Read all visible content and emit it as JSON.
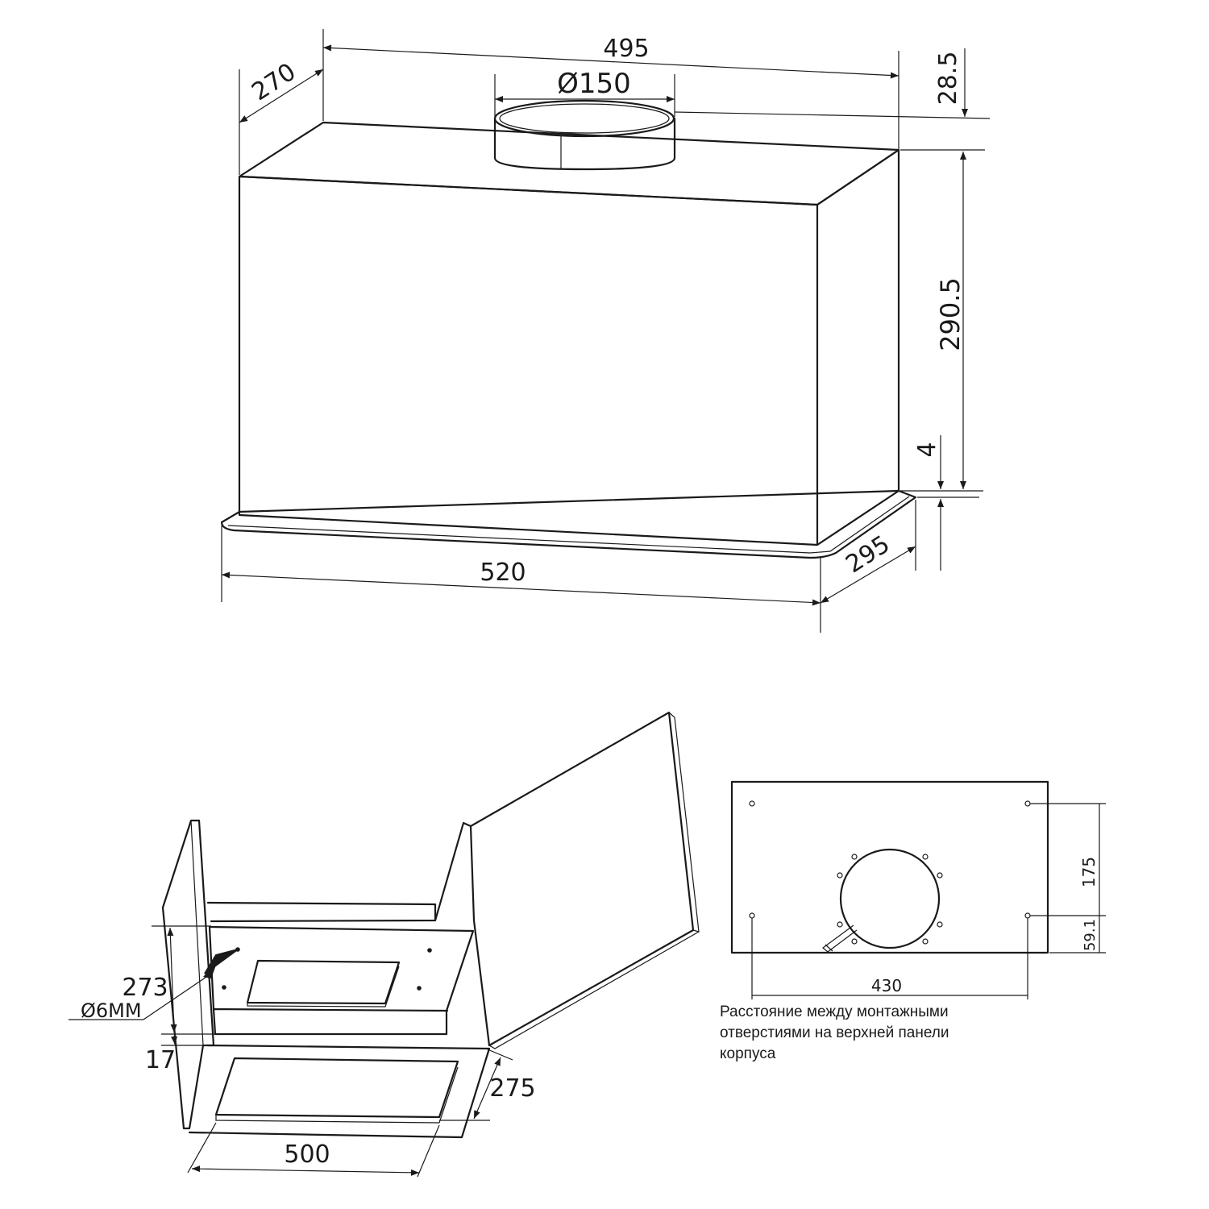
{
  "dimensions": {
    "width_top": "495",
    "depth_top": "270",
    "duct_diameter": "Ø150",
    "duct_height": "28.5",
    "body_height": "290.5",
    "panel_thickness": "4",
    "width_bottom": "520",
    "depth_bottom": "295",
    "cutout_height": "273",
    "hole_diameter": "Ø6MM",
    "bottom_gap": "17",
    "cutout_depth": "275",
    "cutout_width": "500",
    "hole_spacing_depth": "175",
    "hole_offset": "59.1",
    "hole_spacing_width": "430"
  },
  "note": {
    "line1": "Расстояние между монтажными",
    "line2": "отверстиями на верхней панели",
    "line3": "корпуса"
  }
}
